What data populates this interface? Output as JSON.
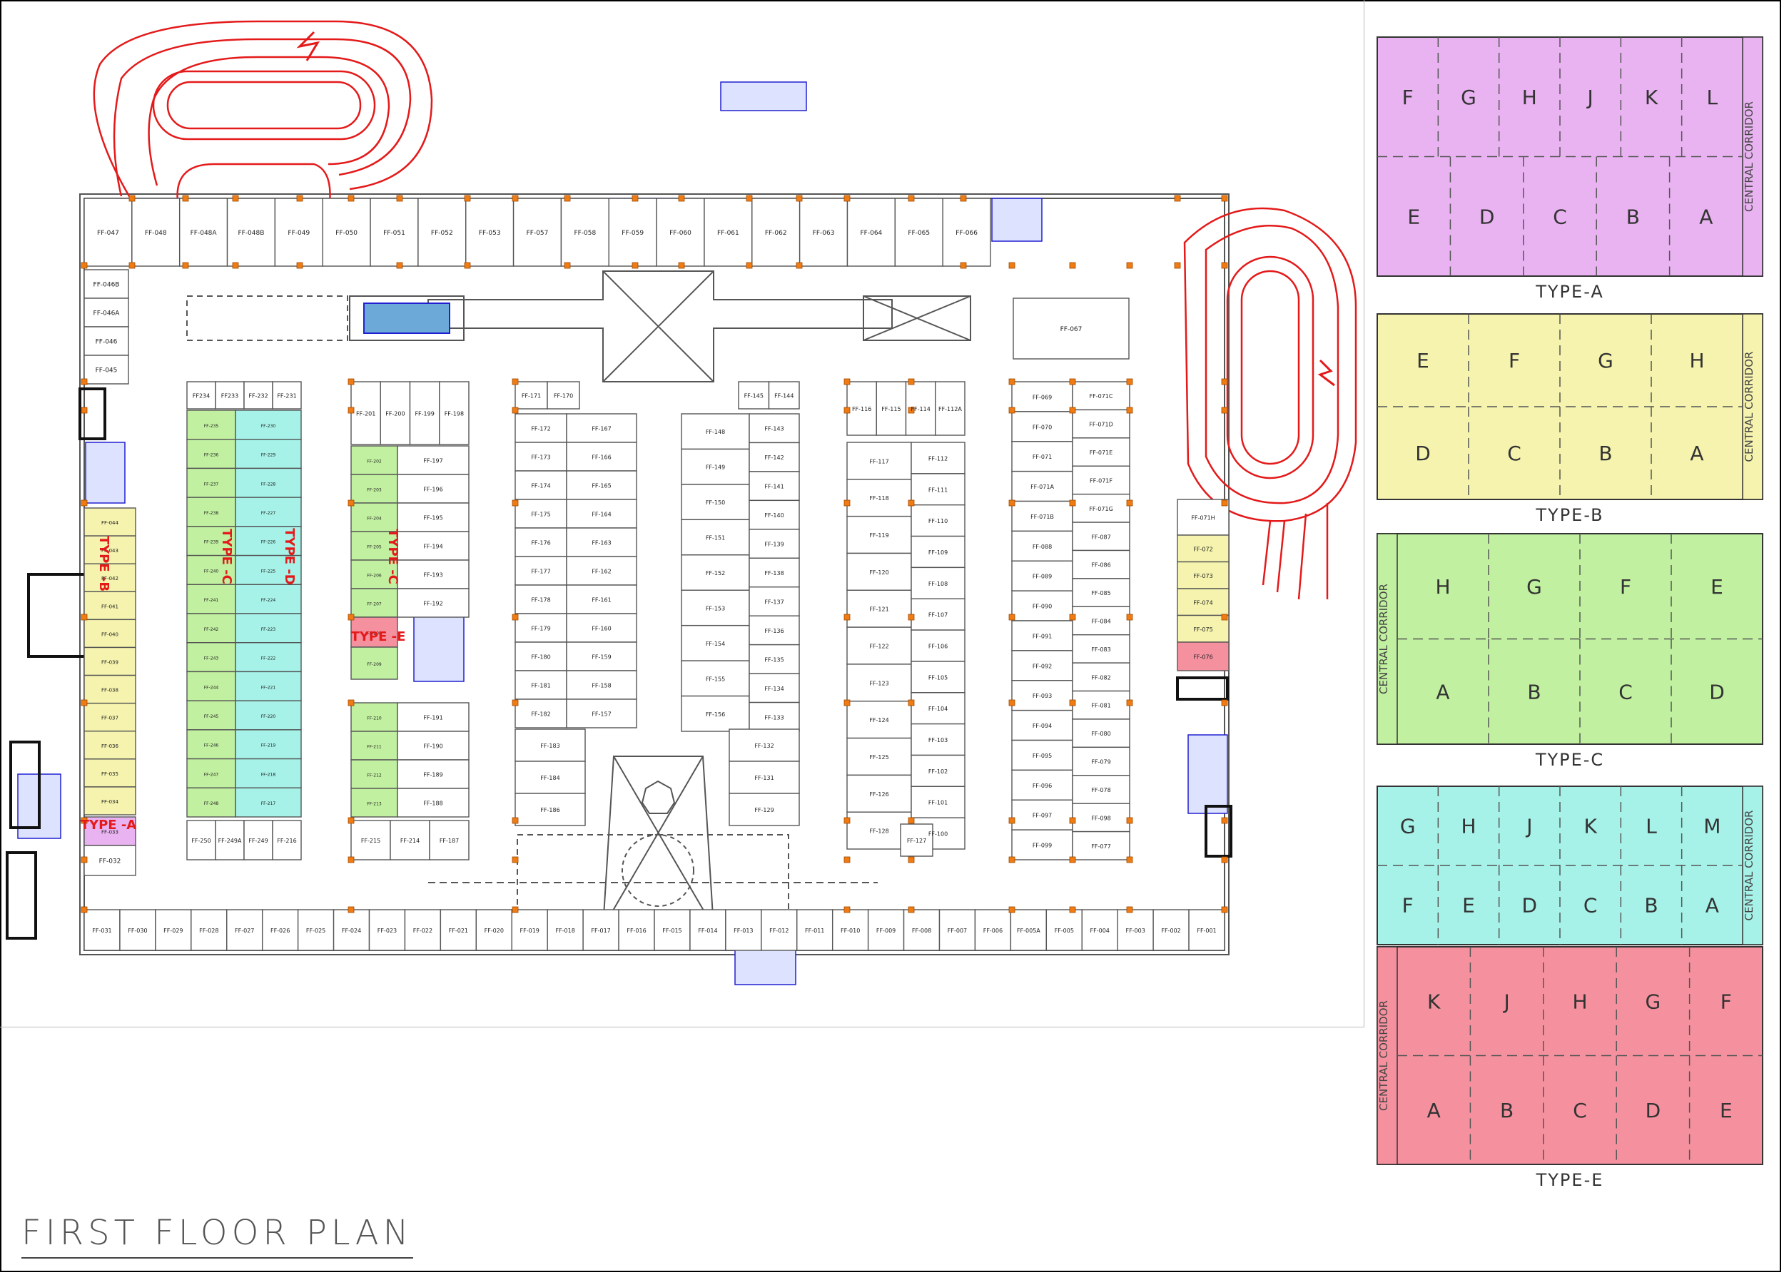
{
  "plan_title": "FIRST FLOOR PLAN",
  "colors": {
    "wall": "#555555",
    "column": "#f07b12",
    "ramp": "#e41a1a",
    "stair": "#2020d0",
    "type_a": "#e8b3f0",
    "type_b": "#f5f3ae",
    "type_c": "#c1f0a0",
    "type_d": "#a6f2e8",
    "type_e": "#f5919f",
    "label_red": "#e41a1a"
  },
  "corridor_label": "CENTRAL CORRIDOR",
  "legend": [
    {
      "name": "TYPE-A",
      "top_units": [
        "F",
        "G",
        "H",
        "J",
        "K",
        "L"
      ],
      "bottom_units": [
        "E",
        "D",
        "C",
        "B",
        "A"
      ]
    },
    {
      "name": "TYPE-B",
      "top_units": [
        "E",
        "F",
        "G",
        "H"
      ],
      "bottom_units": [
        "D",
        "C",
        "B",
        "A"
      ]
    },
    {
      "name": "TYPE-C",
      "top_units": [
        "H",
        "G",
        "F",
        "E"
      ],
      "bottom_units": [
        "A",
        "B",
        "C",
        "D"
      ]
    },
    {
      "name": "TYPE-D",
      "top_units": [
        "G",
        "H",
        "J",
        "K",
        "L",
        "M"
      ],
      "bottom_units": [
        "F",
        "E",
        "D",
        "C",
        "B",
        "A"
      ]
    },
    {
      "name": "TYPE-E",
      "top_units": [
        "K",
        "J",
        "H",
        "G",
        "F"
      ],
      "bottom_units": [
        "A",
        "B",
        "C",
        "D",
        "E"
      ]
    }
  ],
  "plan_type_labels": [
    "TYPE -B",
    "TYPE -C",
    "TYPE -D",
    "TYPE -C",
    "TYPE -E",
    "TYPE -A"
  ],
  "units": {
    "top_row": [
      "FF-047",
      "FF-048",
      "FF-048A",
      "FF-048B",
      "FF-049",
      "FF-050",
      "FF-051",
      "FF-052",
      "FF-053",
      "FF-057",
      "FF-058",
      "FF-059",
      "FF-060",
      "FF-061",
      "FF-062",
      "FF-063",
      "FF-064",
      "FF-065",
      "FF-066"
    ],
    "left_column": [
      "FF-046B",
      "FF-046A",
      "FF-046",
      "FF-045"
    ],
    "left_type_b": [
      "FF-044",
      "FF-043",
      "FF-042",
      "FF-041",
      "FF-040",
      "FF-039",
      "FF-038",
      "FF-037",
      "FF-036",
      "FF-035",
      "FF-034"
    ],
    "left_type_a": [
      "FF-033",
      "FF-032"
    ],
    "bottom_row": [
      "FF-031",
      "FF-030",
      "FF-029",
      "FF-028",
      "FF-027",
      "FF-026",
      "FF-025",
      "FF-024",
      "FF-023",
      "FF-022",
      "FF-021",
      "FF-020",
      "FF-019",
      "FF-018",
      "FF-017",
      "FF-016",
      "FF-015",
      "FF-014",
      "FF-013",
      "FF-012",
      "FF-011",
      "FF-010",
      "FF-009",
      "FF-008",
      "FF-007",
      "FF-006",
      "FF-005A",
      "FF-005",
      "FF-004",
      "FF-003",
      "FF-002",
      "FF-001"
    ],
    "block1_head": [
      "FF234",
      "FF233",
      "FF-232",
      "FF-231"
    ],
    "block1_green": [
      "FF-235",
      "FF-236",
      "FF-237",
      "FF-238",
      "FF-239",
      "FF-240",
      "FF-241",
      "FF-242",
      "FF-243",
      "FF-244",
      "FF-245",
      "FF-246",
      "FF-247",
      "FF-248"
    ],
    "block1_cyan": [
      "FF-230",
      "FF-229",
      "FF-228",
      "FF-227",
      "FF-226",
      "FF-225",
      "FF-224",
      "FF-223",
      "FF-222",
      "FF-221",
      "FF-220",
      "FF-219",
      "FF-218",
      "FF-217"
    ],
    "block1_foot": [
      "FF-250",
      "FF-249A",
      "FF-249",
      "FF-216"
    ],
    "block2_head": [
      "FF-201",
      "FF-200",
      "FF-199",
      "FF-198"
    ],
    "block2_green": [
      "FF-202",
      "FF-203",
      "FF-204",
      "FF-205",
      "FF-206",
      "FF-207"
    ],
    "block2_right": [
      "FF-197",
      "FF-196",
      "FF-195",
      "FF-194",
      "FF-193",
      "FF-192"
    ],
    "block2_pink": [
      "FF-208"
    ],
    "block2_mid": [
      "FF-209"
    ],
    "block2_green_b": [
      "FF-210",
      "FF-211",
      "FF-212",
      "FF-213"
    ],
    "block2_right_b": [
      "FF-191",
      "FF-190",
      "FF-189",
      "FF-188"
    ],
    "block2_foot": [
      "FF-215",
      "FF-214",
      "FF-187"
    ],
    "block3_head": [
      "FF-171",
      "FF-170"
    ],
    "block3_left": [
      "FF-172",
      "FF-173",
      "FF-174",
      "FF-175",
      "FF-176",
      "FF-177",
      "FF-178",
      "FF-179",
      "FF-180",
      "FF-181",
      "FF-182",
      "FF-183",
      "FF-184",
      "FF-186"
    ],
    "block3_right": [
      "FF-167",
      "FF-166",
      "FF-165",
      "FF-164",
      "FF-163",
      "FF-162",
      "FF-161",
      "FF-160",
      "FF-159",
      "FF-158",
      "FF-157"
    ],
    "block4_head": [
      "FF-145",
      "FF-144"
    ],
    "block4_left": [
      "FF-148",
      "FF-149",
      "FF-150",
      "FF-151",
      "FF-152",
      "FF-153",
      "FF-154",
      "FF-155",
      "FF-156"
    ],
    "block4_right": [
      "FF-143",
      "FF-142",
      "FF-141",
      "FF-140",
      "FF-139",
      "FF-138",
      "FF-137",
      "FF-136",
      "FF-135",
      "FF-134",
      "FF-133",
      "FF-132",
      "FF-131",
      "FF-129"
    ],
    "block5_head": [
      "FF-116",
      "FF-115",
      "FF-114",
      "FF-112A"
    ],
    "block5_left": [
      "FF-117",
      "FF-118",
      "FF-119",
      "FF-120",
      "FF-121",
      "FF-122",
      "FF-123",
      "FF-124",
      "FF-125",
      "FF-126",
      "FF-128"
    ],
    "block5_right": [
      "FF-112",
      "FF-111",
      "FF-110",
      "FF-109",
      "FF-108",
      "FF-107",
      "FF-106",
      "FF-105",
      "FF-104",
      "FF-103",
      "FF-102",
      "FF-101",
      "FF-100"
    ],
    "block5_foot": [
      "FF-127"
    ],
    "block6_left": [
      "FF-069",
      "FF-070",
      "FF-071",
      "FF-071A",
      "FF-071B",
      "FF-088",
      "FF-089",
      "FF-090",
      "FF-091",
      "FF-092",
      "FF-093",
      "FF-094",
      "FF-095",
      "FF-096",
      "FF-097",
      "FF-099"
    ],
    "block6_right": [
      "FF-071C",
      "FF-071D",
      "FF-071E",
      "FF-071F",
      "FF-071G",
      "FF-087",
      "FF-086",
      "FF-085",
      "FF-084",
      "FF-083",
      "FF-082",
      "FF-081",
      "FF-080",
      "FF-079",
      "FF-078",
      "FF-098",
      "FF-077"
    ],
    "block6_top": [
      "FF-067"
    ],
    "right_column": [
      "FF-071H",
      "FF-072",
      "FF-073",
      "FF-074",
      "FF-075",
      "FF-076"
    ]
  }
}
